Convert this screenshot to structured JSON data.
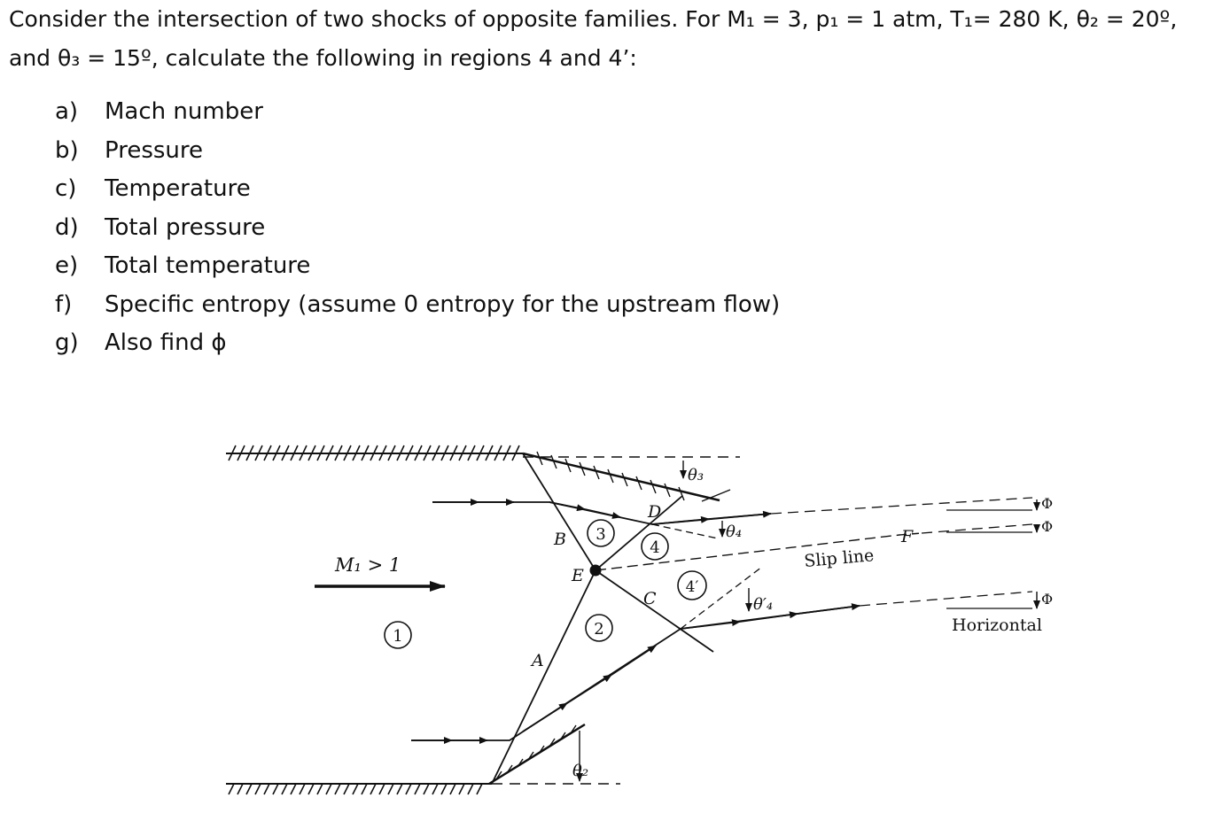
{
  "problem": {
    "line1": "Consider the intersection of two shocks of opposite families. For M₁ = 3, p₁ = 1 atm, T₁= 280 K, θ₂ = 20º,",
    "line2": "and θ₃ = 15º, calculate the following in regions 4 and 4’:",
    "items": [
      {
        "label": "a)",
        "text": "Mach number"
      },
      {
        "label": "b)",
        "text": "Pressure"
      },
      {
        "label": "c)",
        "text": "Temperature"
      },
      {
        "label": "d)",
        "text": "Total pressure"
      },
      {
        "label": "e)",
        "text": "Total temperature"
      },
      {
        "label": "f)",
        "text": "Specific entropy (assume 0 entropy for the upstream flow)"
      },
      {
        "label": "g)",
        "text": "Also find ϕ"
      }
    ]
  },
  "diagram": {
    "freestream_label": "M₁ > 1",
    "regions": [
      "1",
      "2",
      "3",
      "4",
      "4′"
    ],
    "points": {
      "A": "A",
      "B": "B",
      "C": "C",
      "D": "D",
      "E": "E",
      "F": "F"
    },
    "angles": {
      "theta2": "θ₂",
      "theta3": "θ₃",
      "theta4": "θ₄",
      "theta4p": "θ′₄",
      "phi": "Φ"
    },
    "slip_line_label": "Slip line",
    "horizontal_label": "Horizontal"
  }
}
